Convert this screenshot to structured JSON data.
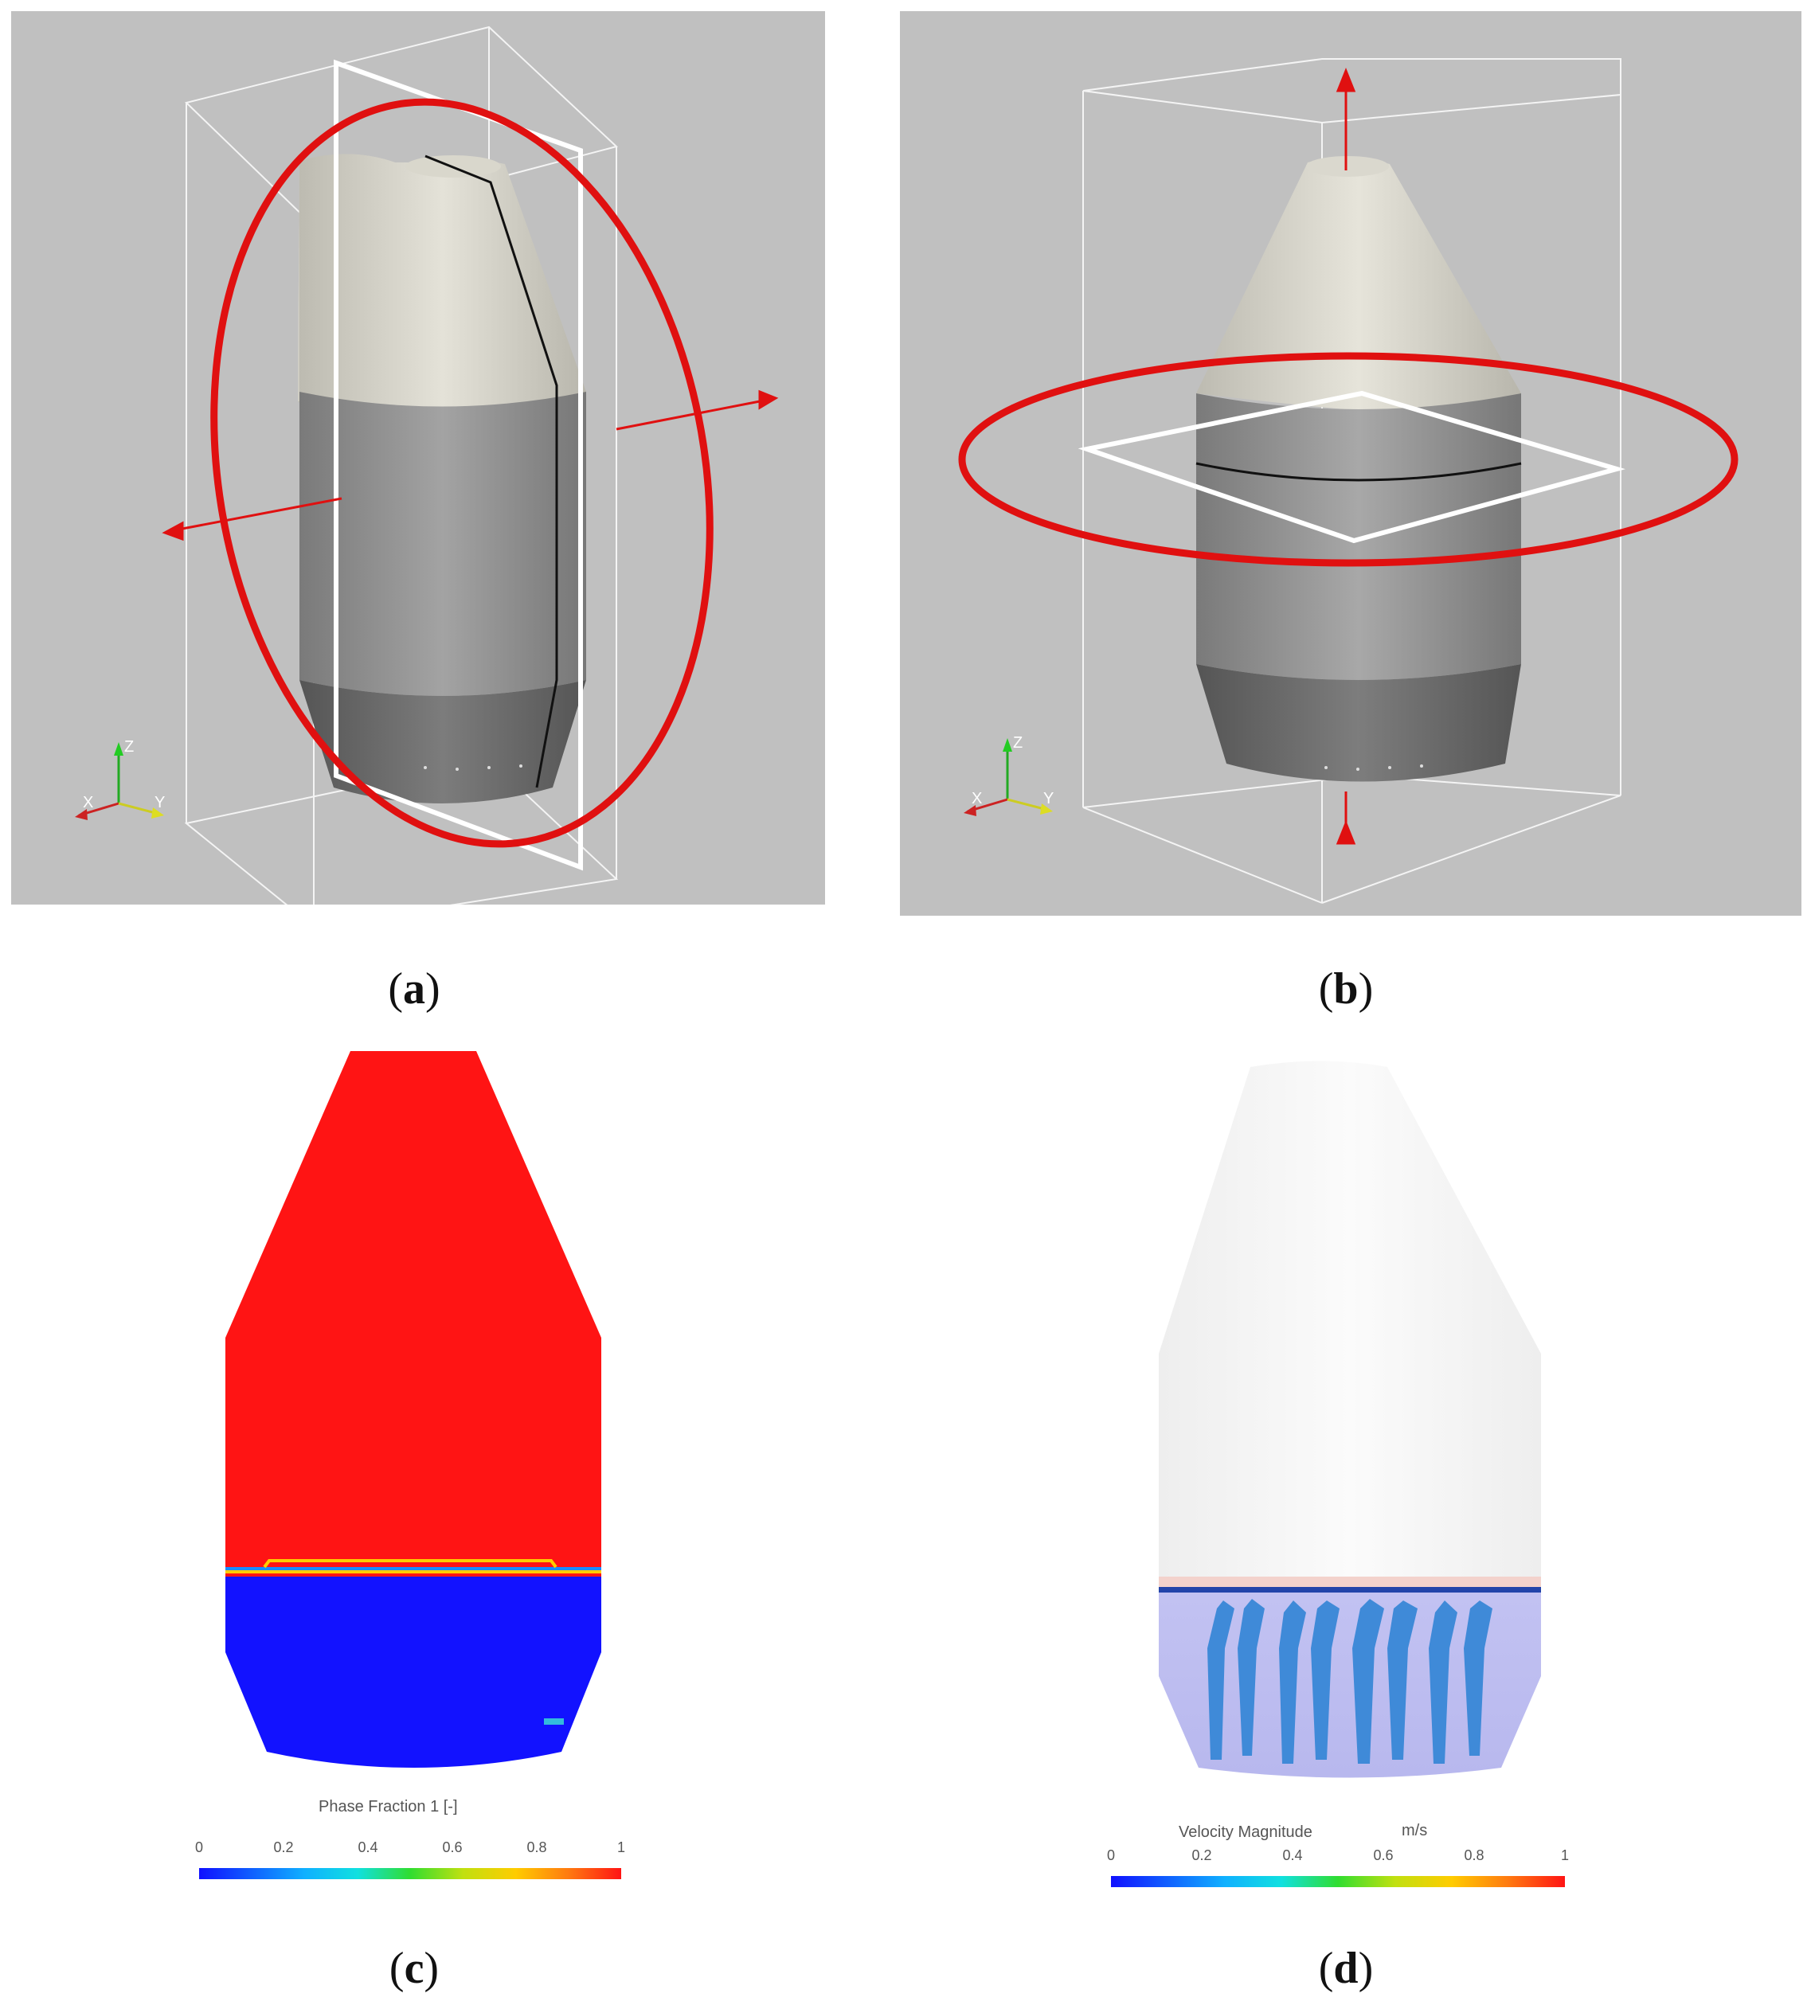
{
  "panels": {
    "a": {
      "label": "a"
    },
    "b": {
      "label": "b"
    },
    "c": {
      "label": "c",
      "legend": {
        "title": "Phase Fraction 1 [-]",
        "ticks": [
          "0",
          "0.2",
          "0.4",
          "0.6",
          "0.8",
          "1"
        ]
      }
    },
    "d": {
      "label": "d",
      "legend": {
        "title": "Velocity Magnitude",
        "unit": "m/s",
        "ticks": [
          "0",
          "0.2",
          "0.4",
          "0.6",
          "0.8",
          "1"
        ]
      }
    }
  },
  "axis_triad": {
    "x": "X",
    "y": "Y",
    "z": "Z"
  },
  "colors": {
    "viewport_bg": "#c0c0c0",
    "highlight_red": "#e01010",
    "phase_red": "#ff1414",
    "phase_blue": "#1212ff",
    "vessel_top": "#d8d6cc",
    "vessel_mid": "#8f8f8f",
    "vessel_bottom": "#6a6a6a"
  }
}
